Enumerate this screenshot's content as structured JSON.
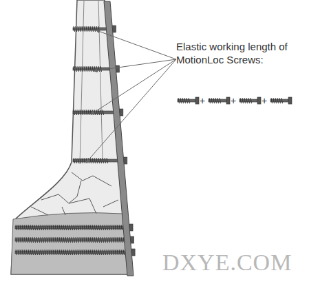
{
  "diagram": {
    "labels": [
      "Elastic working length of MotionLoc Screws:",
      "+",
      "+",
      "+",
      "DXYE.COM"
    ]
  }
}
